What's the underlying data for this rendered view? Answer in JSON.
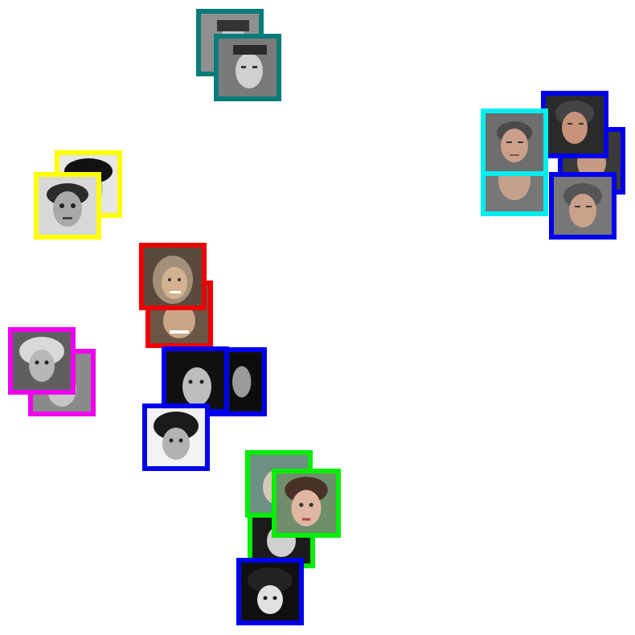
{
  "colors": {
    "teal": "#0a7b7b",
    "blue": "#0000ee",
    "cyan": "#00eeee",
    "yellow": "#ffff00",
    "red": "#ee0000",
    "magenta": "#ee00ee",
    "green": "#00ee00"
  },
  "clusters": [
    {
      "color": "teal",
      "images": [
        "portrait-bw-man",
        "portrait-bw-man"
      ]
    },
    {
      "color": "blue",
      "images": [
        "portrait-color-elderly-woman",
        "portrait-color-elderly-woman",
        "portrait-color-elderly-woman"
      ]
    },
    {
      "color": "cyan",
      "images": [
        "portrait-color-elderly-woman",
        "portrait-color-elderly-woman"
      ]
    },
    {
      "color": "yellow",
      "images": [
        "portrait-bw-woman",
        "portrait-bw-woman"
      ]
    },
    {
      "color": "red",
      "images": [
        "portrait-color-woman-headscarf",
        "portrait-color-woman-smiling"
      ]
    },
    {
      "color": "magenta",
      "images": [
        "portrait-bw-woman-headdress",
        "portrait-bw-woman"
      ]
    },
    {
      "color": "blue",
      "images": [
        "portrait-bw-woman-dark-hair",
        "portrait-bw-woman-dark-hair",
        "portrait-bw-woman-dark-hair"
      ]
    },
    {
      "color": "green",
      "images": [
        "portrait-color-woman",
        "portrait-color-woman",
        "portrait-bw-woman"
      ]
    },
    {
      "color": "blue",
      "images": [
        "portrait-bw-woman-dark-hair"
      ]
    }
  ]
}
